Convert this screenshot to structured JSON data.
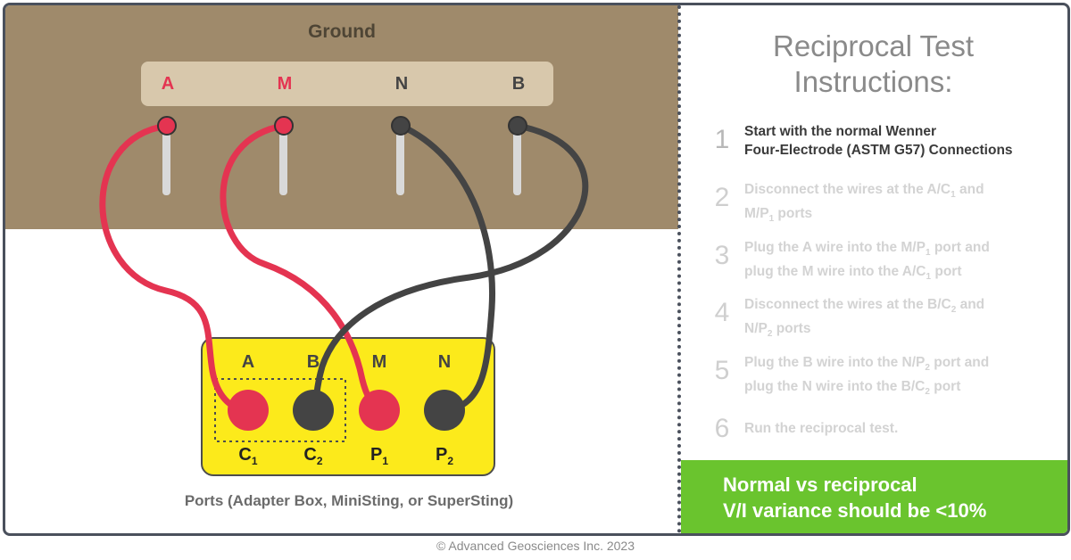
{
  "ground_title": "Ground",
  "electrodes": [
    "A",
    "M",
    "N",
    "B"
  ],
  "ports": {
    "top_labels": [
      "A",
      "B",
      "M",
      "N"
    ],
    "bottom_labels": [
      {
        "main": "C",
        "sub": "1"
      },
      {
        "main": "C",
        "sub": "2"
      },
      {
        "main": "P",
        "sub": "1"
      },
      {
        "main": "P",
        "sub": "2"
      }
    ],
    "caption": "Ports (Adapter Box, MiniSting, or SuperSting)"
  },
  "instructions": {
    "title_line1": "Reciprocal Test",
    "title_line2": "Instructions:",
    "steps": [
      {
        "num": "1",
        "line1": "Start with the normal Wenner",
        "line2": "Four-Electrode (ASTM G57) Connections",
        "active": true
      },
      {
        "num": "2",
        "line1_a": "Disconnect the wires at the A/C",
        "line1_sub": "1",
        "line1_b": " and",
        "line2_a": "M/P",
        "line2_sub": "1",
        "line2_b": " ports"
      },
      {
        "num": "3",
        "line1": "Plug the A wire into the M/P",
        "line1_sub": "1",
        "line1_b": " port and",
        "line2_a": "plug the M wire into the A/C",
        "line2_sub": "1",
        "line2_b": " port"
      },
      {
        "num": "4",
        "line1_a": "Disconnect the wires at the B/C",
        "line1_sub": "2",
        "line1_b": " and",
        "line2_a": "N/P",
        "line2_sub": "2",
        "line2_b": " ports"
      },
      {
        "num": "5",
        "line1": "Plug the B wire into the N/P",
        "line1_sub": "2",
        "line1_b": " port and",
        "line2_a": "plug the N wire into the B/C",
        "line2_sub": "2",
        "line2_b": " port"
      },
      {
        "num": "6",
        "line1": "Run the reciprocal test."
      }
    ]
  },
  "note_line1": "Normal vs reciprocal",
  "note_line2": "V/I variance should be <10%",
  "copyright": "© Advanced Geosciences Inc. 2023",
  "colors": {
    "ground": "#9f8a6b",
    "electrode_bar": "#d8c8ac",
    "red_wire": "#e43451",
    "dark_wire": "#444444",
    "port_box": "#fcea1b",
    "note_green": "#6ac42e"
  }
}
